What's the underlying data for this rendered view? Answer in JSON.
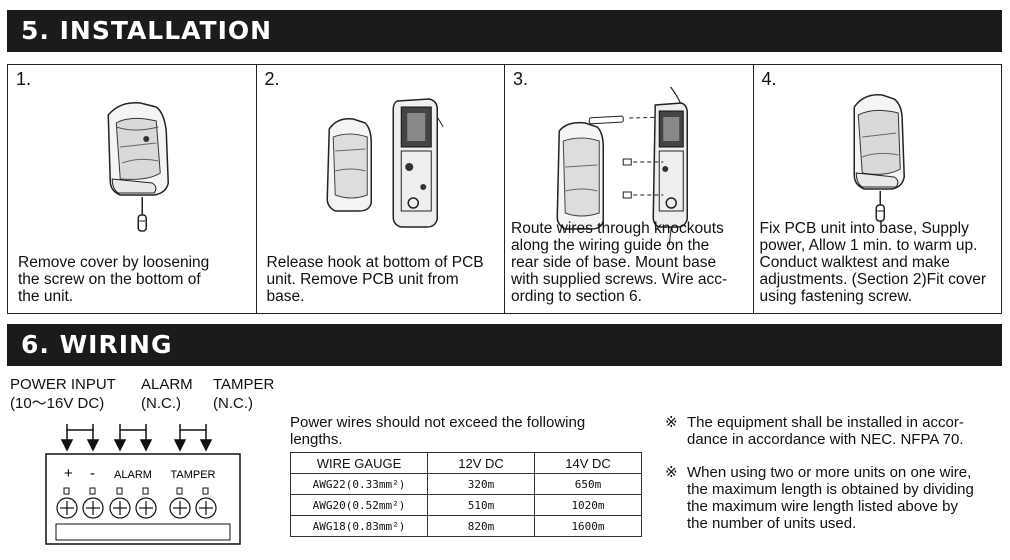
{
  "section5": {
    "title": "5. INSTALLATION"
  },
  "steps": [
    {
      "num": "1.",
      "text": "Remove cover by loosening\nthe screw on the bottom of\nthe  unit."
    },
    {
      "num": "2.",
      "text": "Release hook at bottom of PCB\nunit. Remove PCB unit from base."
    },
    {
      "num": "3.",
      "text": "Route wires through knockouts\nalong the wiring guide on  the\nrear side  of  base.  Mount base\nwith supplied screws. Wire acc-\nording to section 6."
    },
    {
      "num": "4.",
      "text": "Fix PCB unit into base, Supply\npower, Allow 1 min. to warm up.\nConduct walktest and make\nadjustments. (Section 2)Fit cover\nusing fastening screw."
    }
  ],
  "section6": {
    "title": "6. WIRING"
  },
  "wiring": {
    "power_input": "POWER INPUT",
    "power_range": "(10～16V DC)",
    "alarm": "ALARM",
    "alarm_nc": "(N.C.)",
    "tamper": "TAMPER",
    "tamper_nc": "(N.C.)",
    "plus": "+",
    "minus": "-",
    "term_alarm": "ALARM",
    "term_tamper": "TAMPER"
  },
  "lengths": {
    "intro": "Power wires should not exceed the following lengths.",
    "headers": [
      "WIRE GAUGE",
      "12V DC",
      "14V DC"
    ],
    "rows": [
      {
        "gauge": "AWG22(0.33mm²)",
        "v12": "320m",
        "v14": "650m"
      },
      {
        "gauge": "AWG20(0.52mm²)",
        "v12": "510m",
        "v14": "1020m"
      },
      {
        "gauge": "AWG18(0.83mm²)",
        "v12": "820m",
        "v14": "1600m"
      }
    ]
  },
  "remarks": [
    {
      "mark": "※",
      "text": "The equipment shall be installed in accor-\ndance in accordance with NEC. NFPA 70."
    },
    {
      "mark": "※",
      "text": "When using two or more units on one wire,\nthe maximum length is obtained by dividing\nthe maximum wire length listed above by\nthe number of units used."
    }
  ]
}
